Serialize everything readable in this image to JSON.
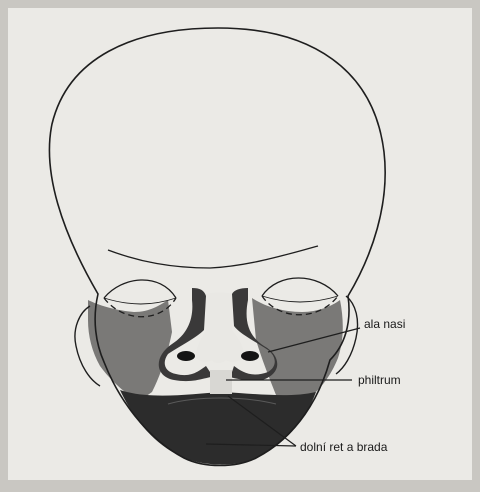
{
  "labels": {
    "ala_nasi": "ala nasi",
    "philtrum": "philtrum",
    "lower_lip_chin": "dolní ret a brada"
  },
  "colors": {
    "paper": "#ebeae6",
    "page_border": "#c9c7c2",
    "outline": "#1e1e1e",
    "cheek_region": "#7a7977",
    "nose_region": "#3a3939",
    "chin_region": "#2c2c2c",
    "skin_light": "#e9e8e4"
  }
}
